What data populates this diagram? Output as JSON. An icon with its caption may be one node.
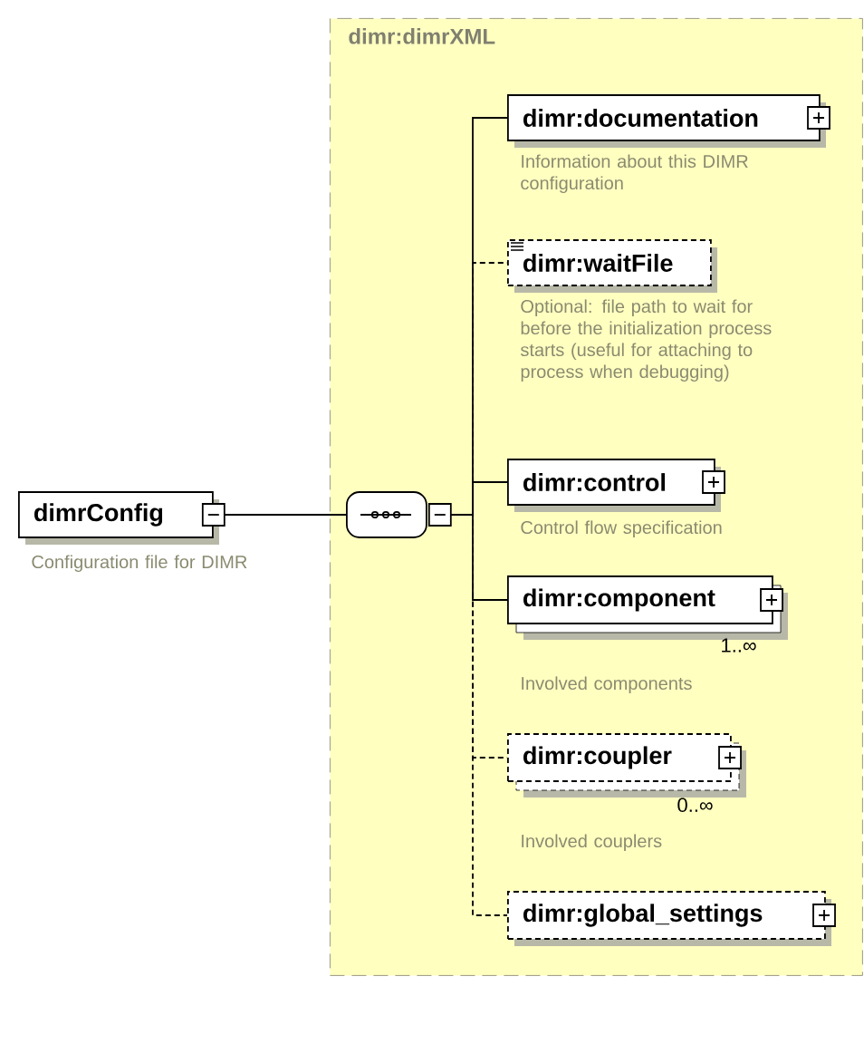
{
  "diagram": {
    "nodes": [
      {
        "text": [
          "dimrConfig"
        ],
        "beside": [
          "Configuration file for DIMR"
        ]
      },
      {
        "text": [
          "dimr:dimrXML"
        ]
      },
      {
        "text": [],
        "shape": "box",
        "in": 1
      },
      {
        "text": [
          "dimr:**documentation**"
        ],
        "beside": [
          "Information about this DIMR configuration"
        ],
        "in": 1
      },
      {
        "text": [
          "dimr:**waitFile**"
        ],
        "beside": [
          "Optional: file path to wait for before the initialization process starts (useful for attaching to process when debugging)"
        ],
        "in": 1
      },
      {
        "text": [
          "dimr:**control**"
        ],
        "beside": [
          "Control flow specification"
        ],
        "in": 1
      },
      {
        "text": [
          "dimr:**component**"
        ],
        "beside": [
          "1..∞",
          "Involved components"
        ],
        "in": 1
      },
      {
        "text": [
          "dimr:**coupler**"
        ],
        "beside": [
          "0..∞",
          "Involved couplers"
        ],
        "in": 1
      },
      {
        "text": [
          "dimr:**global_settings**"
        ],
        "in": 1
      }
    ],
    "edges": [
      {
        "from": 0,
        "to": 2,
        "arrow": "none"
      },
      {
        "from": 2,
        "to": 3,
        "arrow": "none"
      },
      {
        "from": 2,
        "to": 4,
        "arrow": "none",
        "style": "dashed"
      },
      {
        "from": 2,
        "to": 5,
        "arrow": "none"
      },
      {
        "from": 2,
        "to": 6,
        "arrow": "none"
      },
      {
        "from": 2,
        "to": 7,
        "arrow": "none",
        "style": "dashed"
      },
      {
        "from": 2,
        "to": 8,
        "arrow": "none",
        "style": "dashed"
      }
    ]
  }
}
